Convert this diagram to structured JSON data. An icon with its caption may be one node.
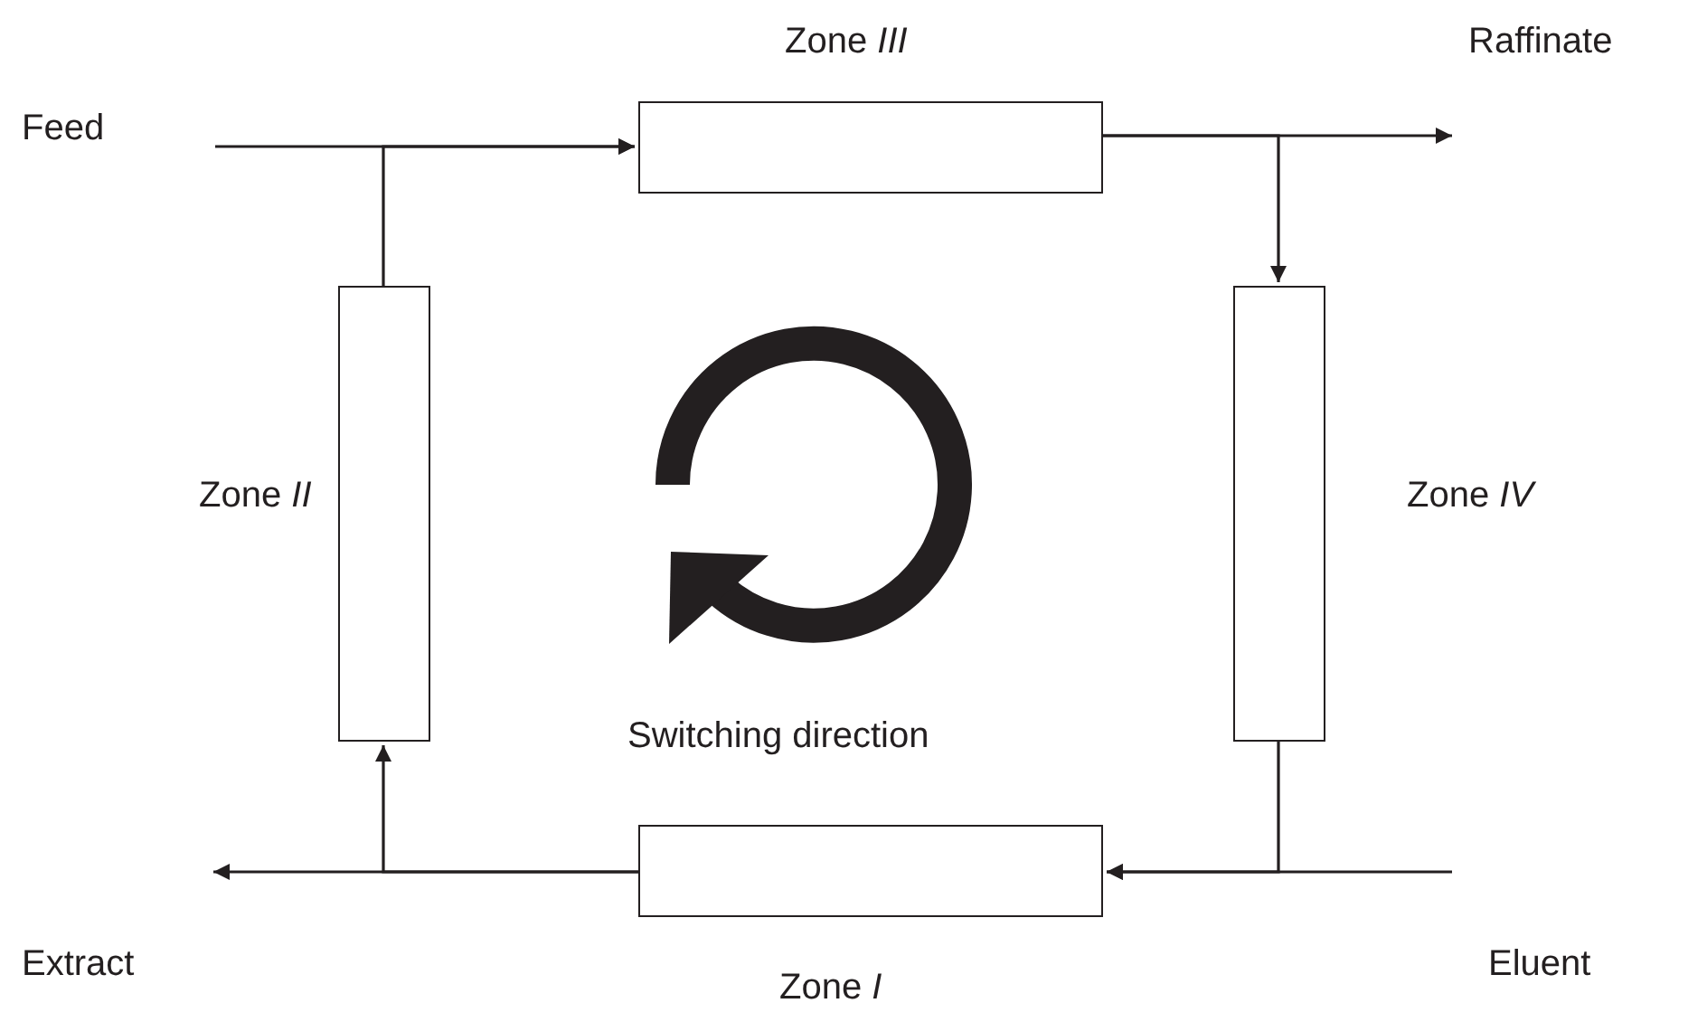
{
  "diagram": {
    "nodes": [
      {
        "text": [
          "Feed"
        ]
      },
      {
        "text": [
          "Zone *III*"
        ]
      },
      {
        "text": [
          "Raffinate"
        ]
      },
      {
        "text": [
          "Zone *II*"
        ]
      },
      {
        "text": [
          "Zone *IV*"
        ]
      },
      {
        "text": [
          "Extract"
        ]
      },
      {
        "text": [
          "Zone *I*"
        ]
      },
      {
        "text": [
          "Eluent"
        ]
      }
    ],
    "edges": [
      {
        "from": 0,
        "to": 1,
        "arrow": "to"
      },
      {
        "from": 3,
        "to": 1,
        "arrow": "to"
      },
      {
        "from": 1,
        "to": 2,
        "arrow": "to"
      },
      {
        "from": 1,
        "to": 4,
        "arrow": "to"
      },
      {
        "from": 4,
        "to": 6,
        "arrow": "to"
      },
      {
        "from": 7,
        "to": 6,
        "arrow": "to"
      },
      {
        "from": 6,
        "to": 5,
        "arrow": "to"
      },
      {
        "from": 6,
        "to": 3,
        "arrow": "to"
      }
    ],
    "labels": [
      "Switching direction"
    ]
  }
}
